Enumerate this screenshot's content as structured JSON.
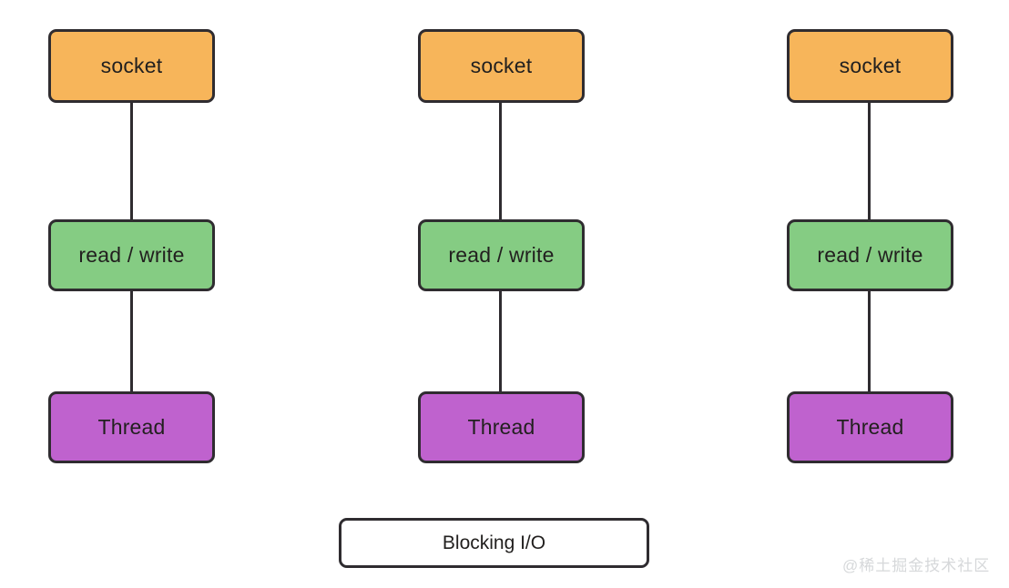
{
  "diagram": {
    "title": "Blocking I/O",
    "background_color": "#ffffff",
    "stroke_color": "#2f2c30",
    "text_color": "#22201f",
    "columns": [
      {
        "id": "column-1",
        "nodes": [
          {
            "id": "socket-1",
            "label": "socket",
            "role": "socket",
            "color": "#f7b55a"
          },
          {
            "id": "read-write-1",
            "label": "read / write",
            "role": "read-write",
            "color": "#85cc83"
          },
          {
            "id": "thread-1",
            "label": "Thread",
            "role": "thread",
            "color": "#bf62ce"
          }
        ]
      },
      {
        "id": "column-2",
        "nodes": [
          {
            "id": "socket-2",
            "label": "socket",
            "role": "socket",
            "color": "#f7b55a"
          },
          {
            "id": "read-write-2",
            "label": "read / write",
            "role": "read-write",
            "color": "#85cc83"
          },
          {
            "id": "thread-2",
            "label": "Thread",
            "role": "thread",
            "color": "#bf62ce"
          }
        ]
      },
      {
        "id": "column-3",
        "nodes": [
          {
            "id": "socket-3",
            "label": "socket",
            "role": "socket",
            "color": "#f7b55a"
          },
          {
            "id": "read-write-3",
            "label": "read / write",
            "role": "read-write",
            "color": "#85cc83"
          },
          {
            "id": "thread-3",
            "label": "Thread",
            "role": "thread",
            "color": "#bf62ce"
          }
        ]
      }
    ],
    "caption": {
      "label": "Blocking I/O"
    },
    "watermark": {
      "label": "@稀土掘金技术社区",
      "color": "#d6d8da"
    }
  }
}
